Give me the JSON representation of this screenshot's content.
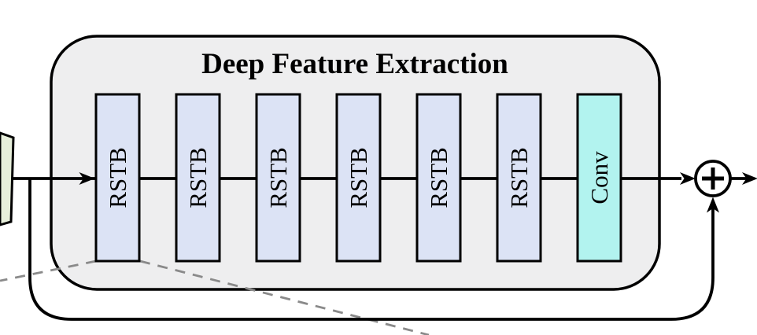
{
  "diagram": {
    "title": "Deep Feature Extraction",
    "blocks": [
      {
        "label": "RSTB"
      },
      {
        "label": "RSTB"
      },
      {
        "label": "RSTB"
      },
      {
        "label": "RSTB"
      },
      {
        "label": "RSTB"
      },
      {
        "label": "RSTB"
      },
      {
        "label": "Conv"
      }
    ],
    "add_symbol": "plus",
    "colors": {
      "container_fill": "#eeeeef",
      "container_stroke": "#000000",
      "rstb_fill": "#dce3f5",
      "conv_fill": "#b2f3ef",
      "input_fill": "#e7efdb",
      "line": "#000000",
      "dashed": "#8a8a8a",
      "node_fill": "#ffffff"
    }
  }
}
